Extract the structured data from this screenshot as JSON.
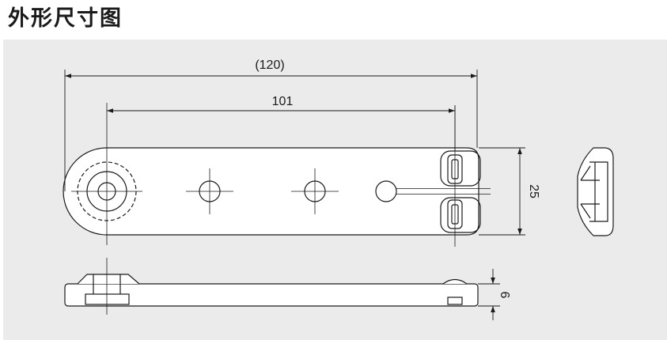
{
  "title": "外形尺寸图",
  "dimensions": {
    "overall_length": "(120)",
    "hole_pitch": "101",
    "width": "25",
    "thickness": "6"
  }
}
